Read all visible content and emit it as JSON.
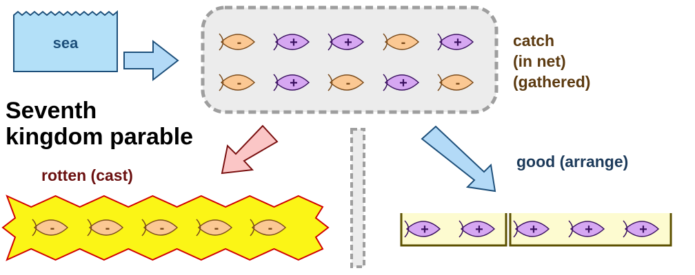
{
  "title_line1": "Seventh",
  "title_line2": "kingdom parable",
  "sea_label": "sea",
  "catch_lines": [
    "catch",
    "(in net)",
    "(gathered)"
  ],
  "rotten_label": "rotten (cast)",
  "good_label": "good (arrange)",
  "net_rows": [
    [
      "-",
      "+",
      "+",
      "-",
      "+"
    ],
    [
      "-",
      "+",
      "-",
      "+",
      "-"
    ]
  ],
  "rotten_fish": [
    "-",
    "-",
    "-",
    "-",
    "-"
  ],
  "good_fish": [
    "+",
    "+",
    "+",
    "+",
    "+"
  ],
  "colors": {
    "sea_fill": "#b3e0f8",
    "sea_stroke": "#1d4f7a",
    "arrow_blue": "#b3daf7",
    "arrow_red": "#fbc6c6",
    "net_fill": "#ececec",
    "net_stroke": "#9e9e9e",
    "bad_fish_fill": "#fbc893",
    "bad_fish_stroke": "#7a4a1a",
    "good_fish_fill": "#d6a7f2",
    "good_fish_stroke": "#3a1060",
    "burst_fill": "#fbf516",
    "burst_stroke": "#d00000",
    "tray_fill": "#fdfbd0",
    "tray_stroke": "#5c5000",
    "catch_text": "#5c3a10",
    "rotten_text": "#6b1010",
    "good_text": "#1c3a5a"
  }
}
